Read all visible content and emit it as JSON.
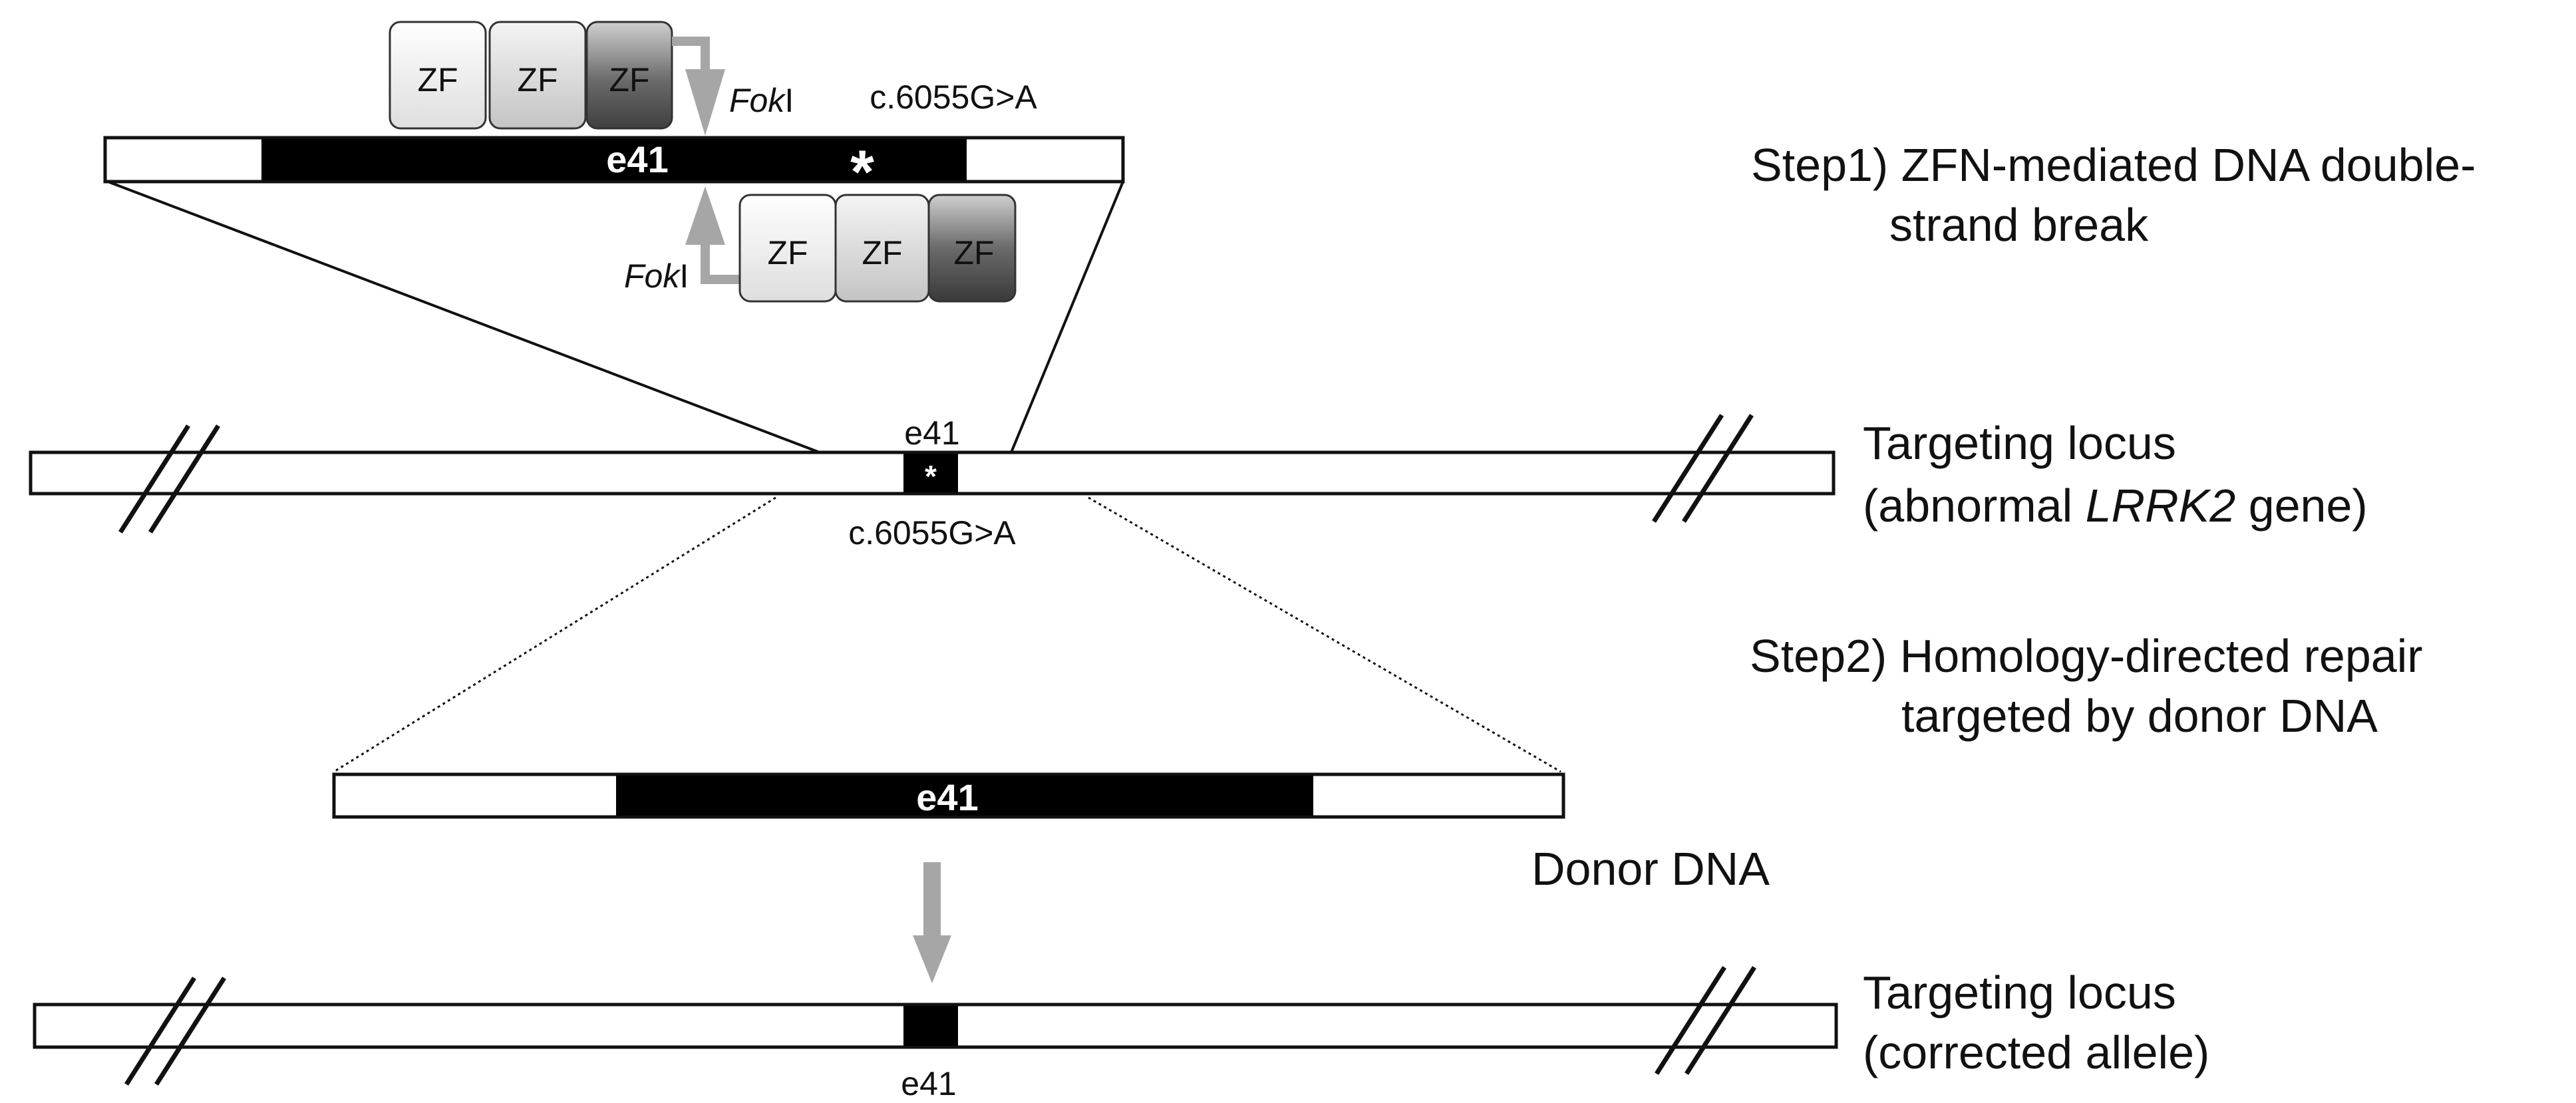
{
  "step1": {
    "label_line1": "Step1) ZFN-mediated DNA double-",
    "label_line2": "strand break"
  },
  "step2": {
    "label_line1": "Step2) Homology-directed repair",
    "label_line2": "targeted by donor DNA"
  },
  "zfn_top": {
    "zf_labels": [
      "ZF",
      "ZF",
      "ZF"
    ],
    "nuclease_italic": "Fok",
    "nuclease_suffix": "I",
    "mutation_label": "c.6055G>A"
  },
  "zfn_bottom": {
    "zf_labels": [
      "ZF",
      "ZF",
      "ZF"
    ],
    "nuclease_italic": "Fok",
    "nuclease_suffix": "I"
  },
  "zoom_exon": {
    "exon_label": "e41",
    "mutation_marker": "*"
  },
  "targeting_locus": {
    "exon_label": "e41",
    "mutation_marker": "*",
    "mutation_label": "c.6055G>A",
    "label_line1": "Targeting locus",
    "label_line2_prefix": "(abnormal ",
    "label_line2_italic": "LRRK2",
    "label_line2_suffix": " gene)"
  },
  "donor": {
    "exon_label": "e41",
    "label": "Donor DNA"
  },
  "corrected_locus": {
    "exon_label": "e41",
    "label_line1": "Targeting locus",
    "label_line2": "(corrected allele)"
  },
  "colors": {
    "line": "#111111",
    "exon_fill": "#000000",
    "arrow_gray": "#a6a6a6",
    "zf_light": "#f2f2f2",
    "zf_mid": "#dcdcdc",
    "zf_dark": "#707070"
  }
}
